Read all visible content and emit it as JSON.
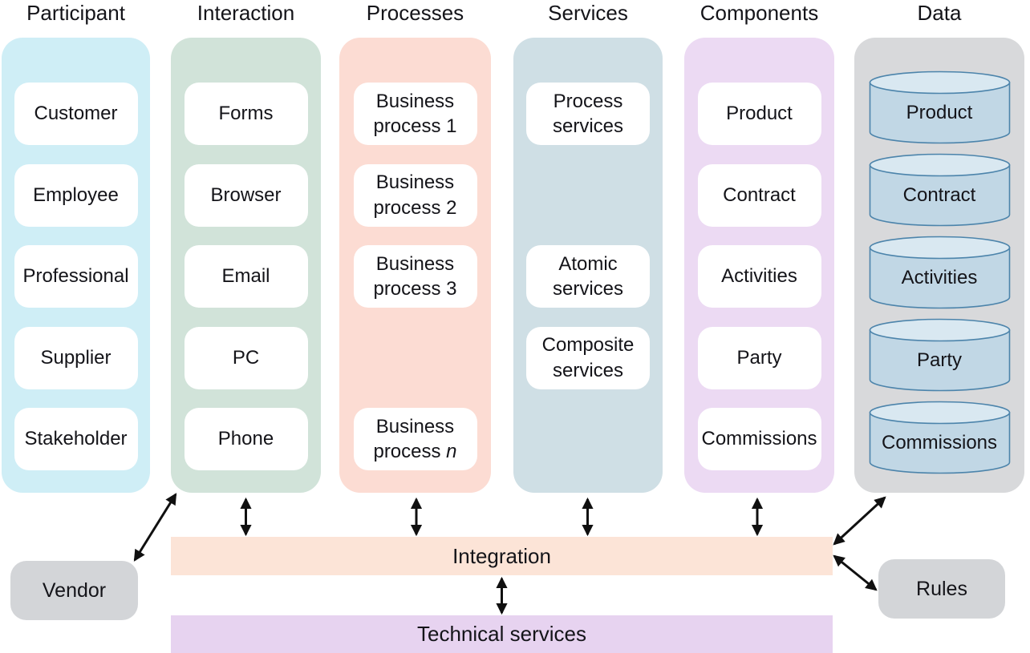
{
  "colors": {
    "text": "#141419",
    "arrow": "#101010",
    "participant_bg": "#cfeef6",
    "interaction_bg": "#d1e3d9",
    "processes_bg": "#fcdcd3",
    "services_bg": "#cfdfe5",
    "components_bg": "#ecdaf3",
    "data_bg": "#d8d9db",
    "item_bg": "#ffffff",
    "integration_bg": "#fce4d7",
    "technical_bg": "#e7d3f0",
    "side_box_bg": "#d3d5d8",
    "cylinder_body": "#c1d7e5",
    "cylinder_top": "#d9e8f1",
    "cylinder_stroke": "#4c84ab"
  },
  "columns": [
    {
      "id": "participant",
      "title": "Participant",
      "shape": "box",
      "items": [
        {
          "row": 0,
          "label": "Customer"
        },
        {
          "row": 1,
          "label": "Employee"
        },
        {
          "row": 2,
          "label": "Professional"
        },
        {
          "row": 3,
          "label": "Supplier"
        },
        {
          "row": 4,
          "label": "Stakeholder"
        }
      ]
    },
    {
      "id": "interaction",
      "title": "Interaction",
      "shape": "box",
      "items": [
        {
          "row": 0,
          "label": "Forms"
        },
        {
          "row": 1,
          "label": "Browser"
        },
        {
          "row": 2,
          "label": "Email"
        },
        {
          "row": 3,
          "label": "PC"
        },
        {
          "row": 4,
          "label": "Phone"
        }
      ]
    },
    {
      "id": "processes",
      "title": "Processes",
      "shape": "box",
      "items": [
        {
          "row": 0,
          "label": "Business\nprocess 1"
        },
        {
          "row": 1,
          "label": "Business\nprocess 2"
        },
        {
          "row": 2,
          "label": "Business\nprocess 3"
        },
        {
          "row": 4,
          "label": "Business\nprocess ",
          "emphasis": "n"
        }
      ]
    },
    {
      "id": "services",
      "title": "Services",
      "shape": "box",
      "items": [
        {
          "row": 0,
          "label": "Process\nservices"
        },
        {
          "row": 2,
          "label": "Atomic\nservices"
        },
        {
          "row": 3,
          "label": "Composite\nservices"
        }
      ]
    },
    {
      "id": "components",
      "title": "Components",
      "shape": "box",
      "items": [
        {
          "row": 0,
          "label": "Product"
        },
        {
          "row": 1,
          "label": "Contract"
        },
        {
          "row": 2,
          "label": "Activities"
        },
        {
          "row": 3,
          "label": "Party"
        },
        {
          "row": 4,
          "label": "Commissions"
        }
      ]
    },
    {
      "id": "data",
      "title": "Data",
      "shape": "cylinder",
      "items": [
        {
          "row": 0,
          "label": "Product"
        },
        {
          "row": 1,
          "label": "Contract"
        },
        {
          "row": 2,
          "label": "Activities"
        },
        {
          "row": 3,
          "label": "Party"
        },
        {
          "row": 4,
          "label": "Commissions"
        }
      ]
    }
  ],
  "bars": {
    "integration": {
      "label": "Integration"
    },
    "technical": {
      "label": "Technical services"
    }
  },
  "side_boxes": {
    "vendor": {
      "label": "Vendor"
    },
    "rules": {
      "label": "Rules"
    }
  }
}
